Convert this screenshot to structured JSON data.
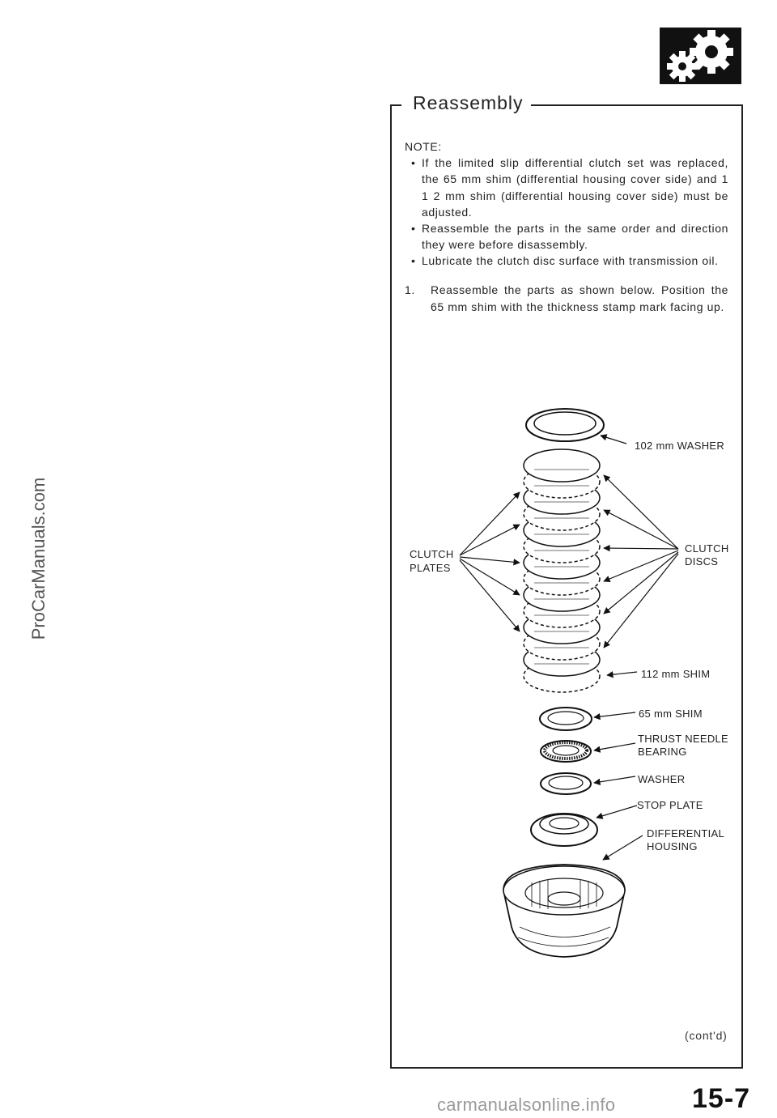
{
  "section": {
    "title": "Reassembly"
  },
  "note": {
    "label": "NOTE:",
    "bullets": [
      "If the limited slip differential clutch set was replaced, the 65 mm shim (differential housing cover side) and 1 1 2 mm shim (differential housing cover side) must be adjusted.",
      "Reassemble the parts in the same order and direction they were before disassembly.",
      "Lubricate the clutch disc surface with transmission oil."
    ]
  },
  "steps": [
    {
      "number": "1.",
      "text": "Reassemble the parts as shown below. Position the 65 mm shim with the thickness stamp mark facing up."
    }
  ],
  "diagram": {
    "labels": {
      "washer_102": "102 mm WASHER",
      "clutch_plates_1": "CLUTCH",
      "clutch_plates_2": "PLATES",
      "clutch_discs_1": "CLUTCH",
      "clutch_discs_2": "DISCS",
      "shim_112": "112 mm SHIM",
      "shim_65": "65 mm SHIM",
      "thrust_bearing_1": "THRUST NEEDLE",
      "thrust_bearing_2": "BEARING",
      "washer": "WASHER",
      "stop_plate": "STOP PLATE",
      "diff_housing_1": "DIFFERENTIAL",
      "diff_housing_2": "HOUSING"
    }
  },
  "footer": {
    "contd": "(cont'd)",
    "page_number": "15-7",
    "watermark": "carmanualsonline.info"
  },
  "side_watermark": "ProCarManuals.com",
  "icons": {
    "badge": "gears-icon"
  },
  "colors": {
    "ink": "#222222",
    "paper": "#ffffff",
    "watermark": "#9a9a9a"
  }
}
